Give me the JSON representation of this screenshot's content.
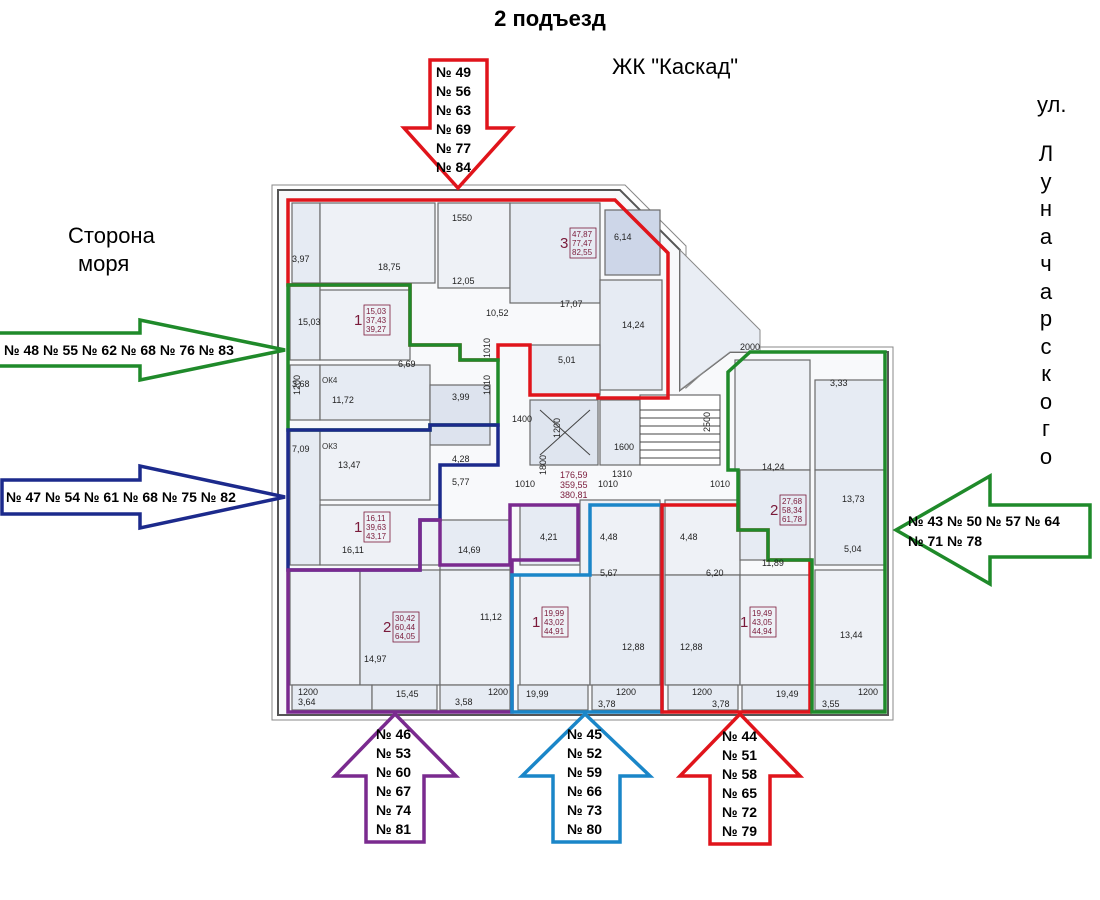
{
  "header": {
    "entrance_title": "2 подъезд",
    "complex_name": "ЖК \"Каскад\""
  },
  "side_labels": {
    "sea_line1": "Сторона",
    "sea_line2": "моря",
    "street_prefix": "ул.",
    "street_letters": [
      "Л",
      "у",
      "н",
      "а",
      "ч",
      "а",
      "р",
      "с",
      "к",
      "о",
      "г",
      "о"
    ]
  },
  "colors": {
    "red": "#e0141b",
    "green": "#1f8a2a",
    "navy": "#1c2a8c",
    "purple": "#7a2a8f",
    "blue": "#1a86c8",
    "plan_ink": "#555555",
    "room_fill": "#dce3ef"
  },
  "arrows": {
    "top_red": {
      "icon": "arrow-down-icon",
      "apartments": [
        "№ 49",
        "№ 56",
        "№ 63",
        "№ 69",
        "№ 77",
        "№ 84"
      ]
    },
    "left_green": {
      "icon": "arrow-right-icon",
      "apartments": "№ 48 № 55 № 62 № 68 № 76 № 83"
    },
    "left_navy": {
      "icon": "arrow-right-icon",
      "apartments": "№ 47 № 54 № 61 № 68 № 75 № 82"
    },
    "right_green": {
      "icon": "arrow-left-icon",
      "line1": "№ 43 № 50 № 57 № 64",
      "line2": "№ 71 № 78"
    },
    "bottom_purple": {
      "icon": "arrow-up-icon",
      "apartments": [
        "№ 46",
        "№ 53",
        "№ 60",
        "№ 67",
        "№ 74",
        "№ 81"
      ]
    },
    "bottom_blue": {
      "icon": "arrow-up-icon",
      "apartments": [
        "№ 45",
        "№ 52",
        "№ 59",
        "№ 66",
        "№ 73",
        "№ 80"
      ]
    },
    "bottom_red": {
      "icon": "arrow-up-icon",
      "apartments": [
        "№ 44",
        "№ 51",
        "№ 58",
        "№ 65",
        "№ 72",
        "№ 79"
      ]
    }
  },
  "plan_labels": {
    "dims": [
      "1550",
      "1010",
      "1010",
      "1400",
      "1200",
      "1200",
      "1600",
      "1800",
      "1310",
      "1010",
      "1010",
      "2500",
      "2000",
      "1010",
      "1200",
      "1200",
      "1200",
      "1200",
      "1200"
    ],
    "rooms": [
      "3,97",
      "18,75",
      "12,05",
      "10,52",
      "17,07",
      "5,01",
      "14,24",
      "6,14",
      "15,03",
      "6,69",
      "3,68",
      "11,72",
      "3,99",
      "7,09",
      "13,47",
      "4,28",
      "5,77",
      "16,11",
      "14,69",
      "4,21",
      "4,48",
      "4,48",
      "5,67",
      "6,20",
      "11,89",
      "13,73",
      "5,04",
      "14,24",
      "3,33",
      "14,97",
      "11,12",
      "12,88",
      "12,88",
      "13,44",
      "3,64",
      "15,45",
      "3,58",
      "19,99",
      "3,78",
      "3,78",
      "19,49",
      "3,55"
    ],
    "apt_boxes": [
      {
        "rooms": "3",
        "a": "47,87",
        "b": "77,47",
        "c": "82,55"
      },
      {
        "rooms": "1",
        "a": "15,03",
        "b": "37,43",
        "c": "39,27"
      },
      {
        "rooms": "1",
        "a": "16,11",
        "b": "39,63",
        "c": "43,17"
      },
      {
        "rooms": "2",
        "a": "27,68",
        "b": "58,34",
        "c": "61,78"
      },
      {
        "rooms": "2",
        "a": "30,42",
        "b": "60,44",
        "c": "64,05"
      },
      {
        "rooms": "1",
        "a": "19,99",
        "b": "43,02",
        "c": "44,91"
      },
      {
        "rooms": "1",
        "a": "19,49",
        "b": "43,05",
        "c": "44,94"
      }
    ],
    "core_totals": [
      "176,59",
      "359,55",
      "380,81"
    ],
    "tags": [
      "ОК4",
      "ОК3"
    ]
  }
}
